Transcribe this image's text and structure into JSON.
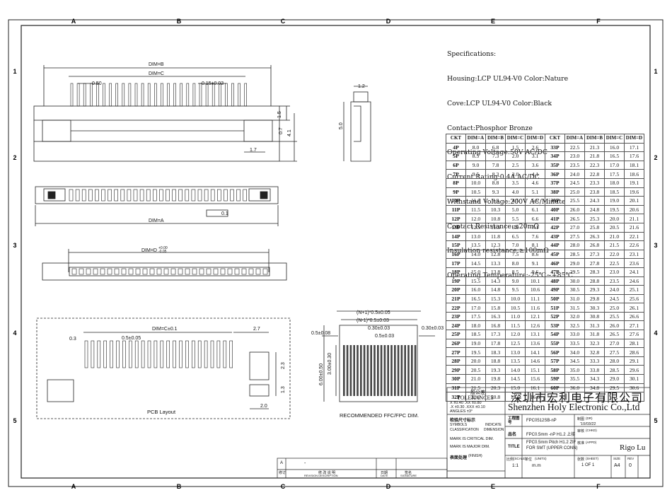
{
  "grid": {
    "columns": [
      "A",
      "B",
      "C",
      "D",
      "E",
      "F"
    ],
    "rows": [
      "1",
      "2",
      "3",
      "4",
      "5"
    ]
  },
  "drawing": {
    "top_view": {
      "dim_b": "DIM=B",
      "dim_c": "DIM=C",
      "pitch": "0.50",
      "contact_width": "0.15±0.03",
      "height_1": "1.5",
      "height_2": "4.1",
      "height_3": "0.7",
      "offset": "1.7"
    },
    "side_view": {
      "top": "1.2",
      "height": "5.0"
    },
    "bottom_view": {
      "dim_a": "DIM=A",
      "flatness": "0.1"
    },
    "front_view": {
      "dim_d": "DIM=D",
      "dim_d_tol_plus": "+0.00",
      "dim_d_tol_minus": "-0.05"
    },
    "pcb_layout": {
      "dim_c": "DIM=C±0.1",
      "dim_right": "2.7",
      "pad": "0.3",
      "pitch": "0.5±0.05",
      "h1": "2.3",
      "h2": "1.3",
      "bottom": "2.0",
      "caption": "PCB Layout"
    },
    "ffc": {
      "n_plus": "(N+1)*0.5±0.05",
      "n_minus": "(N-1)*0.5±0.03",
      "w1": "0.30±0.03",
      "w2": "0.5±0.03",
      "left": "0.5±0.08",
      "right": "0.30±0.03",
      "h_outer": "6.00±0.50",
      "h_inner": "3.00±0.30",
      "caption": "RECOMMENDED FFC/FPC DIM."
    }
  },
  "specifications": {
    "title": "Specifications:",
    "lines": [
      "Housing:LCP UL94-V0 Color:Nature",
      "Cove:LCP UL94-V0 Color:Black",
      "Contact:Phosphor Bronze",
      "Operating Voltage:50V AC/DC",
      "Current Rating:0.4A AC/DC",
      "Withstand Voltage:200V AC/Minute",
      "Contact Resistance:≤20mΩ",
      "Insulation resistance:≥100mΩ",
      "Operating Temperature:-25℃~+85℃"
    ]
  },
  "ckt_table": {
    "headers": [
      "CKT",
      "DIM=A",
      "DIM=B",
      "DIM=C",
      "DIM=D",
      "CKT",
      "DIM=A",
      "DIM=B",
      "DIM=C",
      "DIM=D"
    ],
    "rows": [
      [
        "4P",
        "8.0",
        "6.8",
        "1.5",
        "2.6",
        "33P",
        "22.5",
        "21.3",
        "16.0",
        "17.1"
      ],
      [
        "5P",
        "8.5",
        "7.3",
        "2.0",
        "3.1",
        "34P",
        "23.0",
        "21.8",
        "16.5",
        "17.6"
      ],
      [
        "6P",
        "9.0",
        "7.8",
        "2.5",
        "3.6",
        "35P",
        "23.5",
        "22.3",
        "17.0",
        "18.1"
      ],
      [
        "7P",
        "9.5",
        "8.3",
        "3.0",
        "4.1",
        "36P",
        "24.0",
        "22.8",
        "17.5",
        "18.6"
      ],
      [
        "8P",
        "10.0",
        "8.8",
        "3.5",
        "4.6",
        "37P",
        "24.5",
        "23.3",
        "18.0",
        "19.1"
      ],
      [
        "9P",
        "10.5",
        "9.3",
        "4.0",
        "5.1",
        "38P",
        "25.0",
        "23.8",
        "18.5",
        "19.6"
      ],
      [
        "10P",
        "11.0",
        "9.8",
        "4.5",
        "5.6",
        "39P",
        "25.5",
        "24.3",
        "19.0",
        "20.1"
      ],
      [
        "11P",
        "11.5",
        "10.3",
        "5.0",
        "6.1",
        "40P",
        "26.0",
        "24.8",
        "19.5",
        "20.6"
      ],
      [
        "12P",
        "12.0",
        "10.8",
        "5.5",
        "6.6",
        "41P",
        "26.5",
        "25.3",
        "20.0",
        "21.1"
      ],
      [
        "13P",
        "12.5",
        "11.3",
        "6.0",
        "7.1",
        "42P",
        "27.0",
        "25.8",
        "20.5",
        "21.6"
      ],
      [
        "14P",
        "13.0",
        "11.8",
        "6.5",
        "7.6",
        "43P",
        "27.5",
        "26.3",
        "21.0",
        "22.1"
      ],
      [
        "15P",
        "13.5",
        "12.3",
        "7.0",
        "8.1",
        "44P",
        "28.0",
        "26.8",
        "21.5",
        "22.6"
      ],
      [
        "16P",
        "14.0",
        "12.8",
        "7.5",
        "8.6",
        "45P",
        "28.5",
        "27.3",
        "22.0",
        "23.1"
      ],
      [
        "17P",
        "14.5",
        "13.3",
        "8.0",
        "9.1",
        "46P",
        "29.0",
        "27.8",
        "22.5",
        "23.6"
      ],
      [
        "18P",
        "15.0",
        "13.8",
        "8.5",
        "9.6",
        "47P",
        "29.5",
        "28.3",
        "23.0",
        "24.1"
      ],
      [
        "19P",
        "15.5",
        "14.3",
        "9.0",
        "10.1",
        "48P",
        "30.0",
        "28.8",
        "23.5",
        "24.6"
      ],
      [
        "20P",
        "16.0",
        "14.8",
        "9.5",
        "10.6",
        "49P",
        "30.5",
        "29.3",
        "24.0",
        "25.1"
      ],
      [
        "21P",
        "16.5",
        "15.3",
        "10.0",
        "11.1",
        "50P",
        "31.0",
        "29.8",
        "24.5",
        "25.6"
      ],
      [
        "22P",
        "17.0",
        "15.8",
        "10.5",
        "11.6",
        "51P",
        "31.5",
        "30.3",
        "25.0",
        "26.1"
      ],
      [
        "23P",
        "17.5",
        "16.3",
        "11.0",
        "12.1",
        "52P",
        "32.0",
        "30.8",
        "25.5",
        "26.6"
      ],
      [
        "24P",
        "18.0",
        "16.8",
        "11.5",
        "12.6",
        "53P",
        "32.5",
        "31.3",
        "26.0",
        "27.1"
      ],
      [
        "25P",
        "18.5",
        "17.3",
        "12.0",
        "13.1",
        "54P",
        "33.0",
        "31.8",
        "26.5",
        "27.6"
      ],
      [
        "26P",
        "19.0",
        "17.8",
        "12.5",
        "13.6",
        "55P",
        "33.5",
        "32.3",
        "27.0",
        "28.1"
      ],
      [
        "27P",
        "19.5",
        "18.3",
        "13.0",
        "14.1",
        "56P",
        "34.0",
        "32.8",
        "27.5",
        "28.6"
      ],
      [
        "28P",
        "20.0",
        "18.8",
        "13.5",
        "14.6",
        "57P",
        "34.5",
        "33.3",
        "28.0",
        "29.1"
      ],
      [
        "29P",
        "20.5",
        "19.3",
        "14.0",
        "15.1",
        "58P",
        "35.0",
        "33.8",
        "28.5",
        "29.6"
      ],
      [
        "30P",
        "21.0",
        "19.8",
        "14.5",
        "15.6",
        "59P",
        "35.5",
        "34.3",
        "29.0",
        "30.1"
      ],
      [
        "31P",
        "21.5",
        "20.3",
        "15.0",
        "16.1",
        "60P",
        "36.0",
        "34.8",
        "29.5",
        "30.6"
      ],
      [
        "32P",
        "22.0",
        "20.8",
        "15.5",
        "16.6",
        "",
        "",
        "",
        "",
        ""
      ]
    ]
  },
  "title_block": {
    "tolerance_cn": "一般公差",
    "tolerance_en": "TOLERANCES",
    "tol_line1": "X ±0.40  .XX ±0.80",
    "tol_line2": ".X ±0.30  .XXX ±0.10",
    "tol_line3": "ANGLES   ±3°",
    "company_cn": "深圳市宏利电子有限公司",
    "company_en": "Shenzhen Holy Electronic Co.,Ltd",
    "inspect_cn": "检验尺寸标示",
    "symbols": "SYMBOLS",
    "indicate": "INDICATE",
    "classification": "CLASSIFICATION",
    "dimension": "DIMENSION",
    "critical": "MARK IS CRITICAL DIM.",
    "major": "MARK IS MAJOR DIM.",
    "finish_cn": "表面处理",
    "finish_en": "(FINISH)",
    "drawing_no_cn": "工程图号",
    "drawing_no": "FPC0512SB-nP",
    "name_cn": "品名",
    "name": "FPC0.5mm -nP H1.2 上接",
    "title_label": "TITLE",
    "title_1": "FPC0.5mm Pitch H1.2 ZIF",
    "title_2": "FOR SMT (UPPER CONN)",
    "scale_cn": "比例",
    "scale_en": "(SCALE)",
    "scale": "1:1",
    "unit_cn": "单位",
    "unit_en": "(UNITS)",
    "unit": "m.m",
    "drawn_cn": "制图",
    "drawn_en": "(DR)",
    "date": "'10/03/22",
    "checked_cn": "审核",
    "checked_en": "(CHKD)",
    "approved_cn": "核准",
    "approved_en": "(APPD)",
    "approver": "Rigo Lu",
    "sheet_cn": "张数",
    "sheet_en": "(SHEET)",
    "sheet": "1 OF 1",
    "size": "SIZE",
    "size_val": "A4",
    "rev": "REV",
    "rev_val": "0",
    "rev_col1": "修订",
    "rev_col2": "修 改 说 明",
    "rev_col2_en": "REVISION  DESCRIPTION",
    "rev_col3": "日期",
    "rev_col3_en": "DATE",
    "rev_col4": "签名",
    "rev_col4_en": "SIGNATURE",
    "rev_row": "-",
    "rev_mark": "A"
  }
}
